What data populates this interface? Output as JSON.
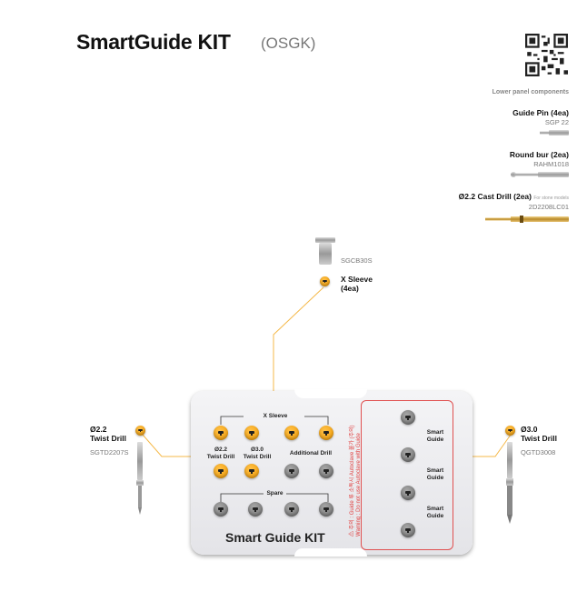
{
  "header": {
    "title": "SmartGuide KIT",
    "code": "(OSGK)"
  },
  "lower_panel": {
    "heading": "Lower panel components",
    "items": [
      {
        "name": "Guide Pin (4ea)",
        "ref": "SGP 22"
      },
      {
        "name": "Round bur (2ea)",
        "ref": "RAHM1018"
      },
      {
        "name": "Ø2.2 Cast Drill (2ea)",
        "note": "For stone models",
        "ref": "2D2208LC01"
      }
    ]
  },
  "x_sleeve": {
    "ref": "SGCB30S",
    "label_line1": "X Sleeve",
    "label_line2": "(4ea)"
  },
  "left_drill": {
    "line1": "Ø2.2",
    "line2": "Twist Drill",
    "ref": "SGTD2207S"
  },
  "right_drill": {
    "line1": "Ø3.0",
    "line2": "Twist Drill",
    "ref": "QGTD3008"
  },
  "kit": {
    "title": "Smart Guide KIT",
    "x_sleeve_label": "X Sleeve",
    "twist22_line1": "Ø2.2",
    "twist22_line2": "Twist Drill",
    "twist30_line1": "Ø3.0",
    "twist30_line2": "Twist Drill",
    "additional_label": "Additional Drill",
    "spare_label": "Spare",
    "warning_ko": "⚠ 주의 : Guide 류 소독시 Autoclave 불가 (주의)",
    "warning_en": "Warning : Do not use Autoclave with Guide",
    "smart_guide_labels": [
      {
        "l1": "Smart",
        "l2": "Guide"
      },
      {
        "l1": "Smart",
        "l2": "Guide"
      },
      {
        "l1": "Smart",
        "l2": "Guide"
      }
    ]
  },
  "colors": {
    "accent": "#f39a00",
    "warning": "#e04040"
  }
}
